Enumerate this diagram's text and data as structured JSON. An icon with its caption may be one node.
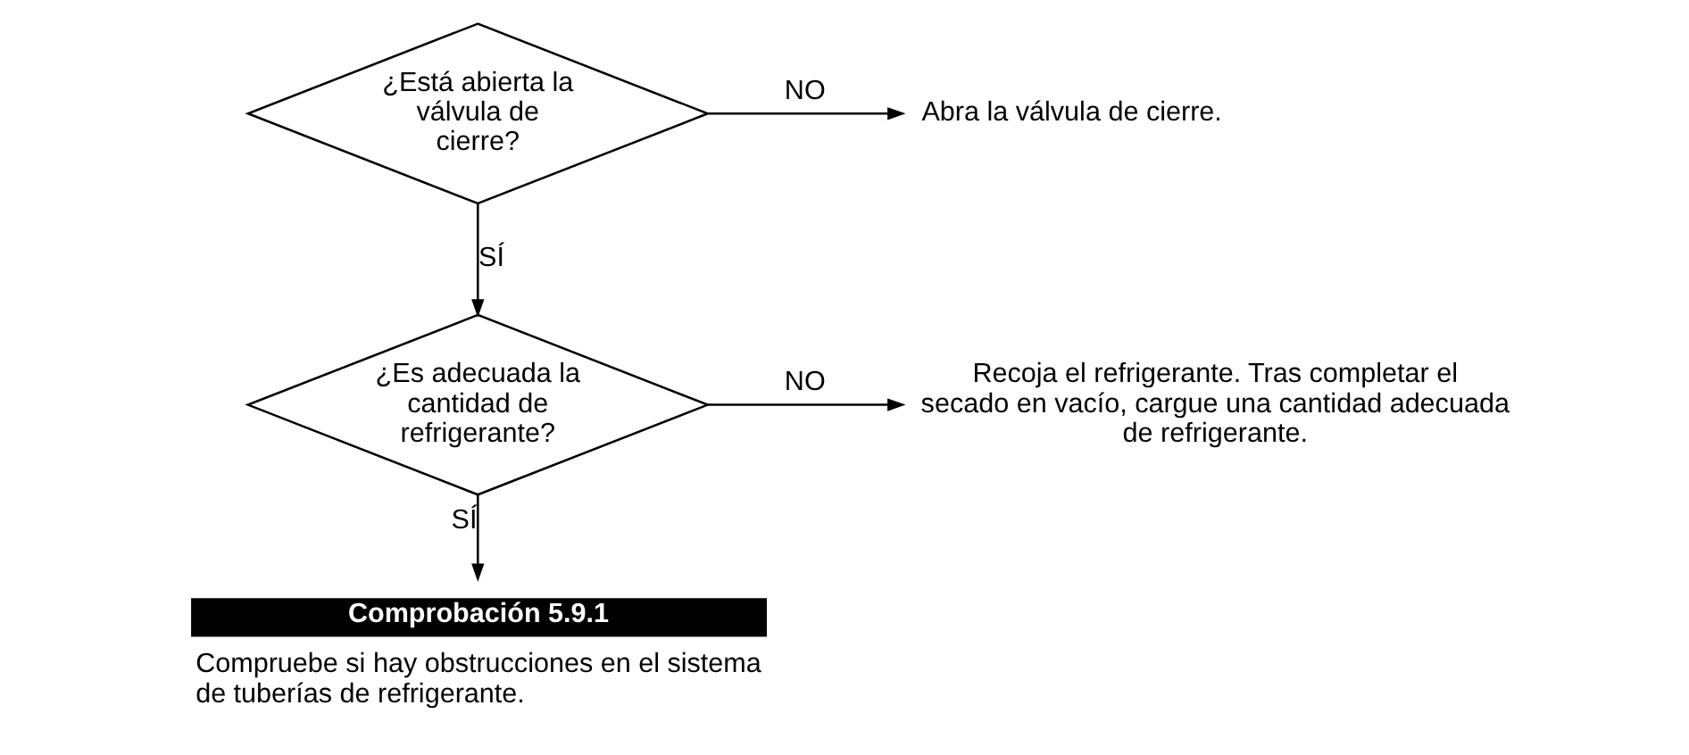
{
  "diagram": {
    "nodes": [
      {
        "text": [
          "¿Está abierta la válvula de cierre?"
        ]
      },
      {
        "text": [
          "Abra la válvula de cierre."
        ]
      },
      {
        "text": [
          "¿Es adecuada la cantidad de refrigerante?"
        ]
      },
      {
        "text": [
          "Recoja el refrigerante. Tras completar el secado en vacío, cargue una cantidad adecuada de refrigerante."
        ]
      },
      {
        "text": [
          "Comprobación 5.9.1"
        ],
        "beside": [
          "Compruebe si hay obstrucciones en el sistema de tuberías de refrigerante."
        ]
      }
    ],
    "edges": [
      {
        "from": 0,
        "to": 1,
        "arrow": "to",
        "label": "NO"
      },
      {
        "from": 0,
        "to": 2,
        "arrow": "to",
        "label": "SÍ"
      },
      {
        "from": 2,
        "to": 3,
        "arrow": "to",
        "label": "NO"
      },
      {
        "from": 2,
        "to": 4,
        "arrow": "to",
        "label": "SÍ"
      }
    ]
  }
}
